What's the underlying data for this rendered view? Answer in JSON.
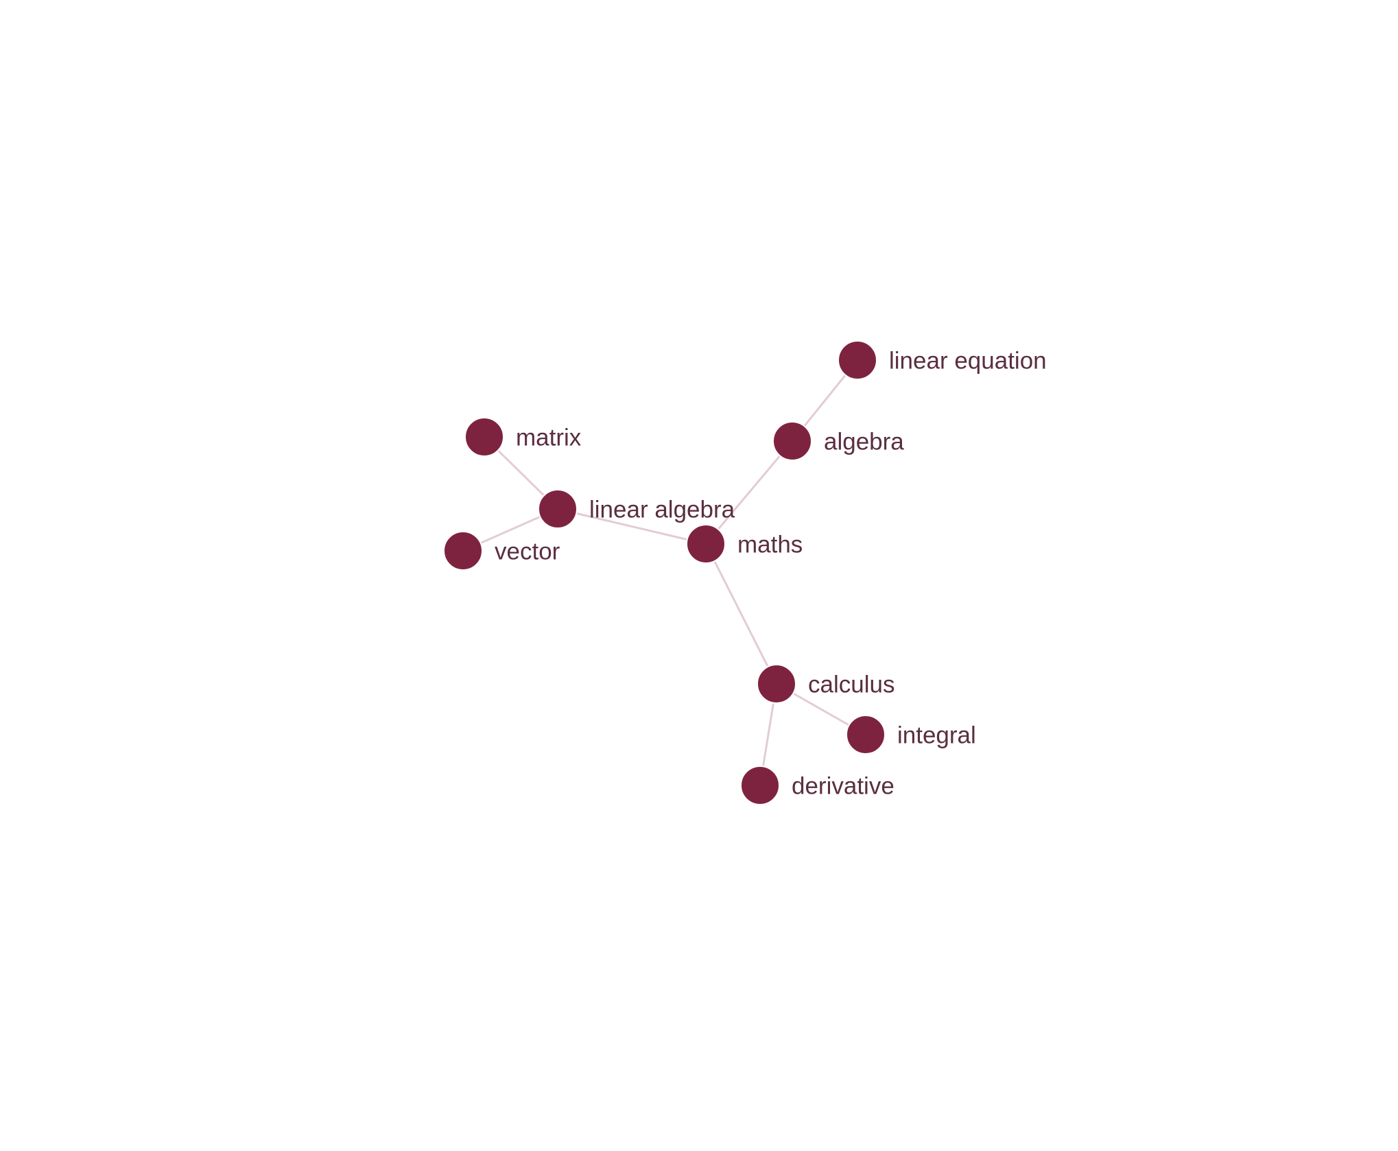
{
  "graph": {
    "node_color": "#7e233f",
    "edge_color": "#e2ccd5",
    "label_color": "#5a2e40",
    "nodes": [
      {
        "id": "maths",
        "label": "maths"
      },
      {
        "id": "linear-algebra",
        "label": "linear algebra"
      },
      {
        "id": "matrix",
        "label": "matrix"
      },
      {
        "id": "vector",
        "label": "vector"
      },
      {
        "id": "algebra",
        "label": "algebra"
      },
      {
        "id": "linear-equation",
        "label": "linear equation"
      },
      {
        "id": "calculus",
        "label": "calculus"
      },
      {
        "id": "integral",
        "label": "integral"
      },
      {
        "id": "derivative",
        "label": "derivative"
      }
    ],
    "edges": [
      {
        "source": "maths",
        "target": "linear-algebra"
      },
      {
        "source": "linear-algebra",
        "target": "matrix"
      },
      {
        "source": "linear-algebra",
        "target": "vector"
      },
      {
        "source": "maths",
        "target": "algebra"
      },
      {
        "source": "algebra",
        "target": "linear-equation"
      },
      {
        "source": "maths",
        "target": "calculus"
      },
      {
        "source": "calculus",
        "target": "integral"
      },
      {
        "source": "calculus",
        "target": "derivative"
      }
    ]
  }
}
